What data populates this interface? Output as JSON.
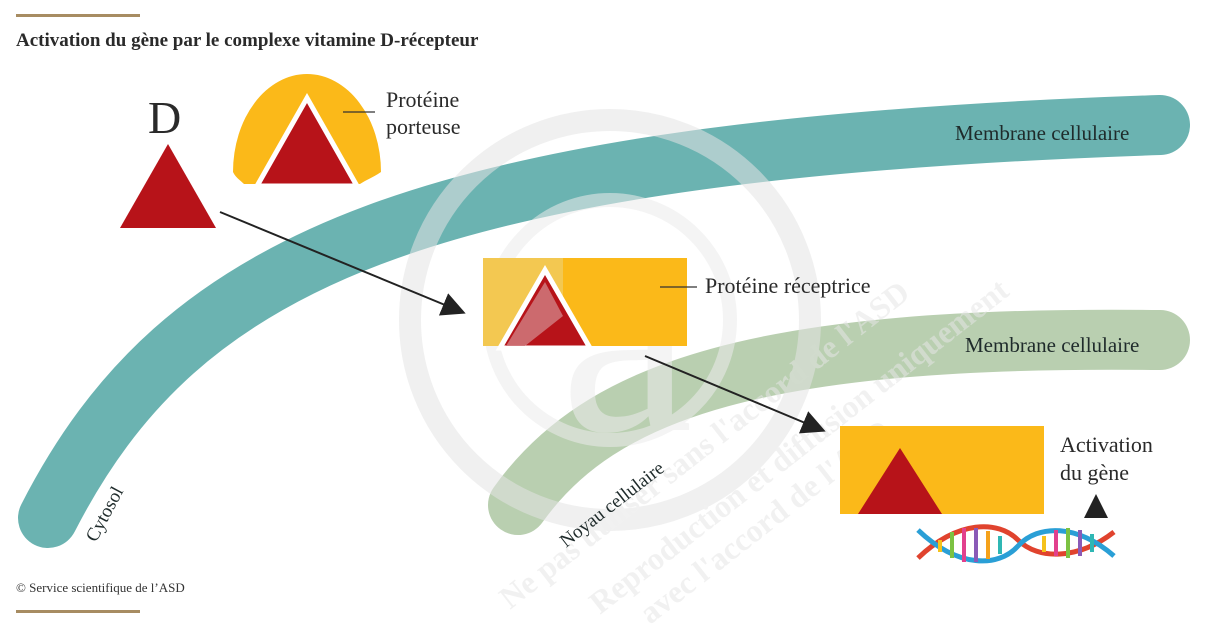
{
  "title": "Activation du gène par le complexe vitamine D-récepteur",
  "credit": "© Service scientifique de l’ASD",
  "labels": {
    "vitamin_d": "D",
    "carrier_protein_line1": "Protéine",
    "carrier_protein_line2": "porteuse",
    "cell_membrane_outer": "Membrane cellulaire",
    "receptor_protein": "Protéine réceptrice",
    "cell_membrane_inner": "Membrane cellulaire",
    "gene_activation_line1": "Activation",
    "gene_activation_line2": "du gène",
    "cytosol": "Cytosol",
    "nucleus": "Noyau cellulaire"
  },
  "watermark": {
    "lines": [
      "Ne pas utiliser sans l'accord de l'ASD",
      "Reproduction et diffusion uniquement",
      "avec l'accord de l'ASD."
    ]
  },
  "colors": {
    "rule": "#a78c62",
    "membrane_teal": "#6bb3b1",
    "membrane_green": "#b9cfb0",
    "protein_yellow": "#fbb919",
    "vitamin_red": "#b71319",
    "arrow": "#222222"
  }
}
